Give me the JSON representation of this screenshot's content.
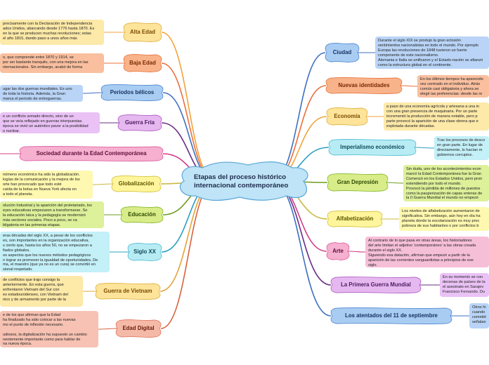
{
  "central": {
    "title_line1": "Etapas del proceso histórico",
    "title_line2": "internacional contemporáneo"
  },
  "colors": {
    "yellow": "#fde49a",
    "orange": "#f9b38a",
    "blue": "#a9cdf2",
    "purple": "#e6b8f0",
    "pink": "#f6b0d0",
    "green": "#d9ec8a",
    "cyan": "#b8ecf4",
    "salmon": "#f5b9a8",
    "central": "#bfe3f7"
  },
  "left_topics": [
    {
      "label": "Alta Edad",
      "note": "precisamente con la Declaración de Independencia\nados Unidos, abarcando desde 1776 hasta 1870. Es\nen la que se producen muchas revoluciones; estas\nel año 1815, dando paso a unos años más"
    },
    {
      "label": "Baja Edad",
      "note": "o, que comprende entre 1870 y 1914, se\npor ser bastante tranquilo, con una mejora en las\nnternacionales. Sin embargo, acabó de forma"
    },
    {
      "label": "Periodos bélicos",
      "note": "ugar las dos guerras mundiales. Es uno\nde toda la historia. Además, la Gran\nmarca el periodo de entreguerras."
    },
    {
      "label": "Guerra Fría",
      "note": "e un conflicto armado directo, sino de un\nque se veía reflejado en guerras interpuestas.\népoca se vivió un auténtico pavor a la posibilidad\no nuclear."
    },
    {
      "label": "Sociedad durante la Edad Contemporánea",
      "note": ""
    },
    {
      "label": "Globalización",
      "note": "nómeno económico ha sido la globalización.\nlogías de la comunicación y la mejora de los\norte han provocado que todo esté\ncaída de la bolsa en Nueva York afecta en\na todo el planeta."
    },
    {
      "label": "Educación",
      "note": "olución Industrial y la aparición del proletariado, los\neyes educativas empezaron a transformarse. Se\nla educación laica y la pedagogía se modernizó\nmás sectores sociales. Poco a poco, se va\nbligatoria en las primeras etapas."
    },
    {
      "label": "Siglo XX",
      "note": "eras décadas del siglo XX, a pesar de los conflictos\nes, son importantes en la organización educativa,\ns cierto que, hasta los años 50, no se empezaron a\nfiados globales.\nos aspectos que los nuevos métodos pedagógicos\nn lograr es promover la igualdad de oportunidades. De\nma, el maestro (que ya no es un cura) se convirtió en\nsional respetado."
    },
    {
      "label": "Guerra de Vietnam",
      "note": "de conflictos que trajo consigo la\nanteriormente. En esta guerra, que\nenfrentaron Vietnam del Sur con\nes estadounidenses, con Vietnam del\nnico y de armamento por parte de la"
    },
    {
      "label": "Edad Digital",
      "note": "e de los que afirman que la Edad\nha finalizado ha sido colocar a las nuevas\nmo el punto de inflexión necesario.\n\nudiosos, la digitalización ha supuesto un cambio\nnentemente importante como para hablar de\nna nueva época."
    }
  ],
  "right_topics": [
    {
      "label": "Ciudad",
      "note": "Durante el siglo XIX se produjo la gran eclosión\nsentimientos nacionalistas en todo el mundo. Por ejemplo\nEuropa las revoluciones de 1848 tuvieron un fuerte\ncomponente de este nacionalismo.\nAlemania e Italia se unificaron y el Estado-nación se afianzó\ncomo la estructura global en el continente."
    },
    {
      "label": "Nuevas identidades",
      "note": "En los últimos tiempos ha aparecido\nvez centrado en el individuo. Atrás\ncomún casi obligatoria y ahora se\nelegir las preferencias: desde las re"
    },
    {
      "label": "Economía",
      "note": "a paso de una economía agrícola y artesana a una in\ncon una gran presencia de maquinaria. Por un parte\nincrementó la producción de manera notable, pero p\nparte provocó la aparición de una clase obrera que e\nexplotada durante décadas."
    },
    {
      "label": "Imperialismo económico",
      "note": "Tras los procesos de desco\nen gran parte. En lugar de\ndirectamente, lo hacían m\ngobiernos corruptos."
    },
    {
      "label": "Gran Depresión",
      "note": "Sin duda, uno de los acontecimientos econ\nmarcó la Edad Contemporánea fue la Gran\nComenzó en los Estados Unidos, pero pron\nextendiendo por todo el mundo.\nProvocó la pérdida de millones de puestos\ncomo la pauperización de capas enteras de\nla II Guerra Mundial el mundo no empezó"
    },
    {
      "label": "Alfabetización",
      "note": "Los niveles de alfabetización aumentaron de\nsignificativa. Sin embargo, aún hoy en día ha\nplaneta donde la escolarización es muy prec\npobreza de sus habitantes o por conflictos b"
    },
    {
      "label": "Arte",
      "note": "Al contrario de lo que pasa en otras áreas, los historiadores\ndel arte limitan el adjetivo 'contemporáneo' a las obras creada\ndurante el siglo XX.\nSiguiendo esa datación, afirman que empezó a partir de la\naparición de las corrientes vanguardistas a principios de ese\nsiglo."
    },
    {
      "label": "La Primera Guerra Mundial",
      "note": "En su momento se con\ndecenas de países de la\nel asesinato en Sarajev\nFrancisco Fernando. Du"
    },
    {
      "label": "Los atentados del 11 de septiembre",
      "note": "Otros hi\ncuando\ncometid\nseñalan"
    }
  ]
}
